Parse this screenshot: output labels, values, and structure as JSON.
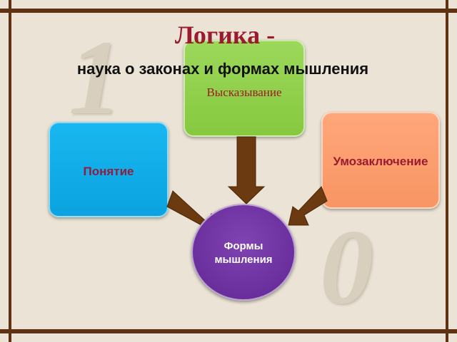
{
  "title": "Логика -",
  "subtitle": "наука о законах и формах мышления",
  "nodes": {
    "statement": "Высказывание",
    "inference": "Умозаключение",
    "concept": "Понятие",
    "center_line1": "Формы",
    "center_line2": "мышления"
  },
  "decor": {
    "digit_one": "1",
    "digit_zero": "0"
  },
  "colors": {
    "frame": "#5e3212",
    "title": "#9b1b2e",
    "statement_box": "#8ccc47",
    "inference_box": "#f99a6a",
    "concept_box": "#0fa9e6",
    "center_circle": "#6a2f9c",
    "arrow": "#6b3a10"
  }
}
